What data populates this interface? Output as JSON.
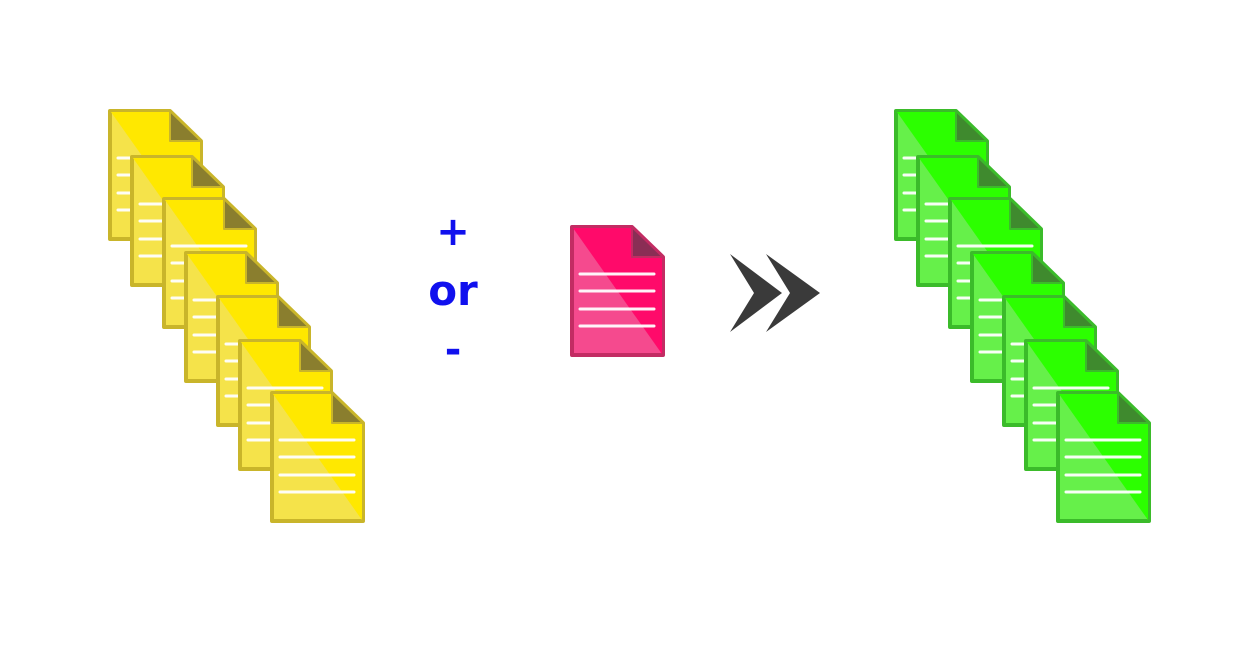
{
  "operators": {
    "plus": "+",
    "or": "or",
    "minus": "-"
  },
  "colors": {
    "input_stack": {
      "front": "#ffe800",
      "back": "#f5e34a",
      "border": "#c9b52a",
      "fold": "#8a7e2e"
    },
    "change_doc": {
      "front": "#ff0a6a",
      "back": "#f54a8e",
      "border": "#c22c63",
      "fold": "#8a2e55"
    },
    "output_stack": {
      "front": "#2cff00",
      "back": "#66f04a",
      "border": "#3bbb2a",
      "fold": "#3f8a2e"
    },
    "operator_text": "#1010ee",
    "arrow": "#3a3a3a"
  },
  "icons": {
    "input_stack": "document-stack-icon",
    "change_doc": "document-icon",
    "output_stack": "document-stack-icon",
    "arrow": "double-chevron-right-icon"
  },
  "stacks": {
    "input_count": 7,
    "output_count": 7
  }
}
